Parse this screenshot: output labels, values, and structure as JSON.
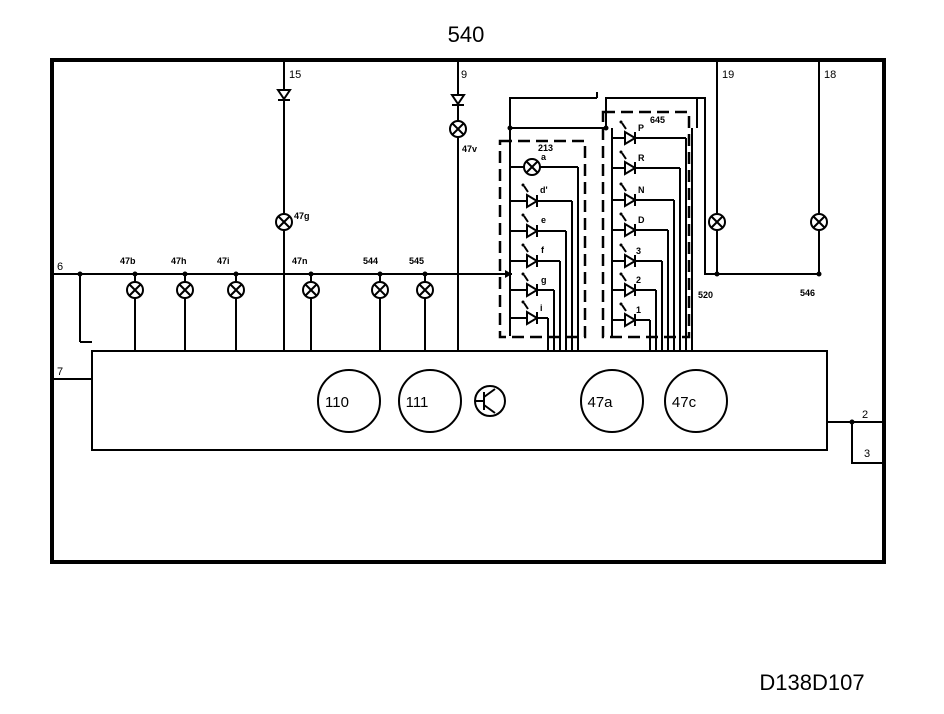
{
  "title": "540",
  "drawing_id": "D138D107",
  "terminals": {
    "t15": "15",
    "t9": "9",
    "t19": "19",
    "t18": "18",
    "t6": "6",
    "t7": "7",
    "t2": "2",
    "t3": "3"
  },
  "lamps": {
    "l47b": "47b",
    "l47h": "47h",
    "l47i": "47i",
    "l47n": "47n",
    "l544": "544",
    "l545": "545",
    "l47g": "47g",
    "l47v": "47v"
  },
  "groups": {
    "g213": "213",
    "g645": "645",
    "g520": "520",
    "g546": "546"
  },
  "left_group_items": [
    "a",
    "d'",
    "e",
    "f",
    "g",
    "i"
  ],
  "right_group_items": [
    "P",
    "R",
    "N",
    "D",
    "3",
    "2",
    "1"
  ],
  "components": {
    "c110": "110",
    "c111": "111",
    "c47a": "47a",
    "c47c": "47c"
  }
}
